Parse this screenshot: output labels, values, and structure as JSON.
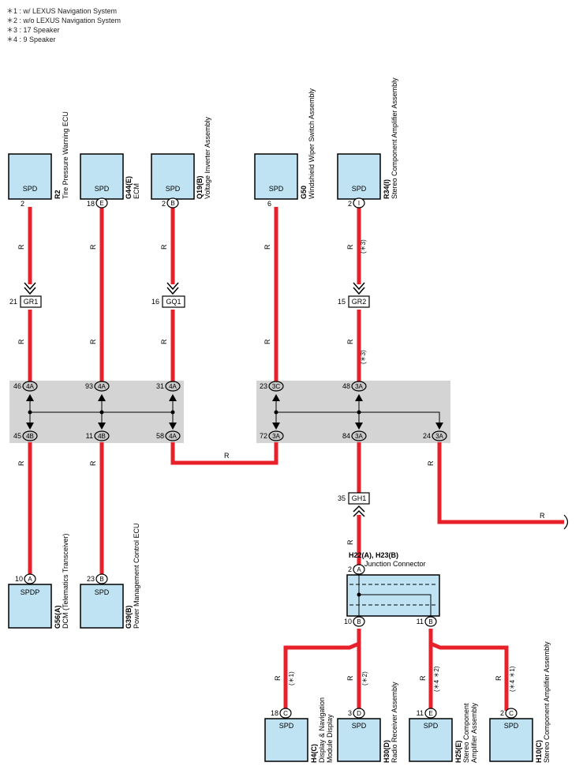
{
  "notes": [
    "＊1 : w/ LEXUS Navigation System",
    "＊2 : w/o LEXUS Navigation System",
    "＊3 : 17 Speaker",
    "＊4 : 9 Speaker"
  ],
  "colors": {
    "wire": "#e8202a",
    "component_fill": "#bfe3f3",
    "junction_block_fill": "#d4d4d4"
  },
  "wire_color_label": "R",
  "top_components": [
    {
      "id": "r2",
      "terminal": "SPD",
      "pin": "2",
      "connector_letter": "",
      "code": "R2",
      "name": "Tire Pressure Warning ECU"
    },
    {
      "id": "g44",
      "terminal": "SPD",
      "pin": "18",
      "connector_letter": "E",
      "code": "G44(E)",
      "name": "ECM"
    },
    {
      "id": "q19",
      "terminal": "SPD",
      "pin": "2",
      "connector_letter": "B",
      "code": "Q19(B)",
      "name": "Voltage Inverter Assembly"
    },
    {
      "id": "g50",
      "terminal": "SPD",
      "pin": "6",
      "connector_letter": "",
      "code": "G50",
      "name": "Windshield Wiper Switch Assembly"
    },
    {
      "id": "r34",
      "terminal": "SPD",
      "pin": "2",
      "connector_letter": "I",
      "code": "R34(I)",
      "name": "Stereo Component Amplifier Assembly"
    }
  ],
  "inline_connectors": [
    {
      "id": "gr1",
      "label": "GR1",
      "pin": "21"
    },
    {
      "id": "gq1",
      "label": "GQ1",
      "pin": "16"
    },
    {
      "id": "gr2",
      "label": "GR2",
      "pin": "15"
    },
    {
      "id": "gh1",
      "label": "GH1",
      "pin": "35"
    }
  ],
  "junction_block_pins": [
    {
      "id": "j46",
      "pin": "46",
      "label": "4A"
    },
    {
      "id": "j93",
      "pin": "93",
      "label": "4A"
    },
    {
      "id": "j31",
      "pin": "31",
      "label": "4A"
    },
    {
      "id": "j23",
      "pin": "23",
      "label": "3C"
    },
    {
      "id": "j48",
      "pin": "48",
      "label": "3A"
    },
    {
      "id": "j45",
      "pin": "45",
      "label": "4B"
    },
    {
      "id": "j11",
      "pin": "11",
      "label": "4B"
    },
    {
      "id": "j58",
      "pin": "58",
      "label": "4A"
    },
    {
      "id": "j72",
      "pin": "72",
      "label": "3A"
    },
    {
      "id": "j84",
      "pin": "84",
      "label": "3A"
    },
    {
      "id": "j24",
      "pin": "24",
      "label": "3A"
    }
  ],
  "condition_marks": [
    "(＊3)",
    "(＊3)",
    "(＊1)",
    "(＊2)",
    "(＊4 ＊2)",
    "(＊4 ＊1)"
  ],
  "junction_connector": {
    "code": "H22(A), H23(B)",
    "name": "Junction Connector",
    "pin_in": "2",
    "pin_in_letter": "A",
    "pin_out1": "10",
    "pin_out1_letter": "B",
    "pin_out2": "11",
    "pin_out2_letter": "B"
  },
  "bottom_left_components": [
    {
      "id": "g56",
      "terminal": "SPDP",
      "pin": "10",
      "connector_letter": "A",
      "code": "G56(A)",
      "name": "DCM (Telematics Transceiver)"
    },
    {
      "id": "g39",
      "terminal": "SPD",
      "pin": "23",
      "connector_letter": "B",
      "code": "G39(B)",
      "name": "Power Management Control ECU"
    }
  ],
  "bottom_right_components": [
    {
      "id": "h4",
      "terminal": "SPD",
      "pin": "18",
      "connector_letter": "C",
      "code": "H4(C)",
      "name": "Display & Navigation",
      "name2": "Module Display"
    },
    {
      "id": "h30",
      "terminal": "SPD",
      "pin": "3",
      "connector_letter": "D",
      "code": "H30(D)",
      "name": "Radio Receiver Assembly",
      "name2": ""
    },
    {
      "id": "h25",
      "terminal": "SPD",
      "pin": "11",
      "connector_letter": "E",
      "code": "H25(E)",
      "name": "Stereo Component",
      "name2": "Amplifier Assembly"
    },
    {
      "id": "h10",
      "terminal": "SPD",
      "pin": "2",
      "connector_letter": "C",
      "code": "H10(C)",
      "name": "Stereo Component Amplifier Assembly",
      "name2": ""
    }
  ]
}
